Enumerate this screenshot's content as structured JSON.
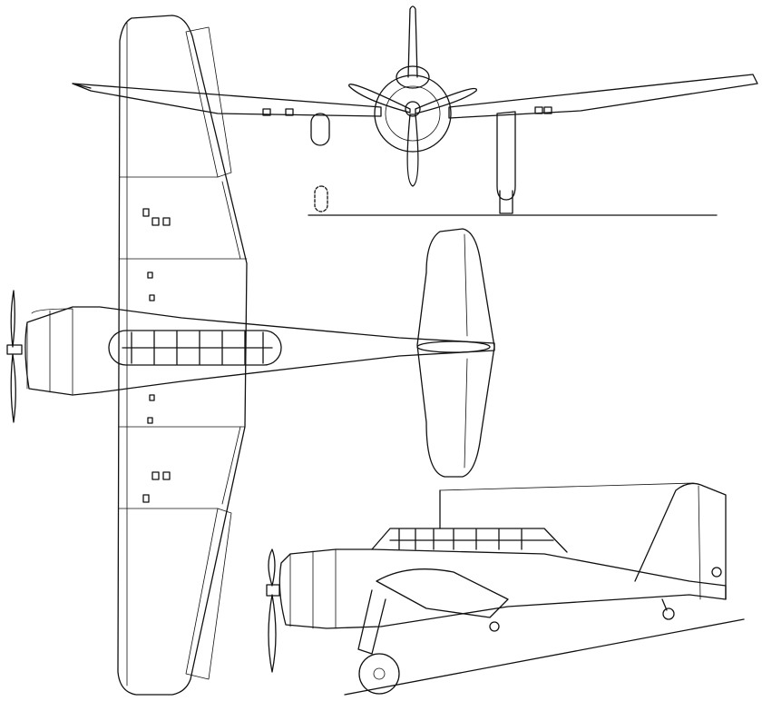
{
  "drawing": {
    "views": [
      "top-view",
      "front-view",
      "side-view"
    ],
    "line_color": "#111111",
    "background": "#ffffff"
  }
}
